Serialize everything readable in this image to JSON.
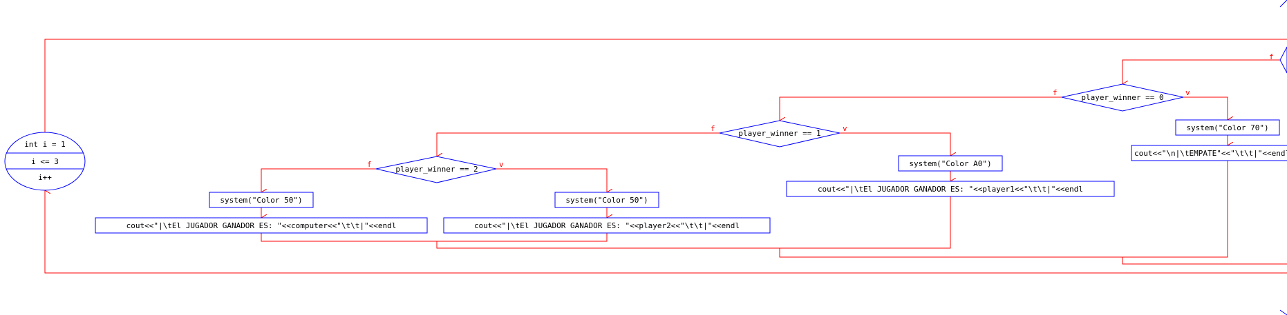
{
  "colors": {
    "line": "#ff0000",
    "node_border": "#0000ff",
    "node_fill": "#ffffff",
    "text": "#000000"
  },
  "loop": {
    "init": "int i = 1",
    "condition": "i <= 3",
    "increment": "i++"
  },
  "decisions": {
    "d0": {
      "label": "player_winner == 0",
      "true_flag": "v",
      "false_flag": "f"
    },
    "d1": {
      "label": "player_winner == 1",
      "true_flag": "v",
      "false_flag": "f"
    },
    "d2": {
      "label": "player_winner == 2",
      "true_flag": "v",
      "false_flag": "f"
    },
    "top_false_flag": "f"
  },
  "statements": {
    "color70": "system(\"Color 70\")",
    "empate": "cout<<\"\\n|\\tEMPATE\"<<\"\\t\\t|\"<<endl",
    "colorA0": "system(\"Color A0\")",
    "player1": "cout<<\"|\\tEl JUGADOR GANADOR ES: \"<<player1<<\"\\t\\t|\"<<endl",
    "color50_true": "system(\"Color 50\")",
    "player2": "cout<<\"|\\tEl JUGADOR GANADOR ES: \"<<player2<<\"\\t\\t|\"<<endl",
    "color50_false": "system(\"Color 50\")",
    "computer": "cout<<\"|\\tEl JUGADOR GANADOR ES: \"<<computer<<\"\\t\\t|\"<<endl"
  }
}
